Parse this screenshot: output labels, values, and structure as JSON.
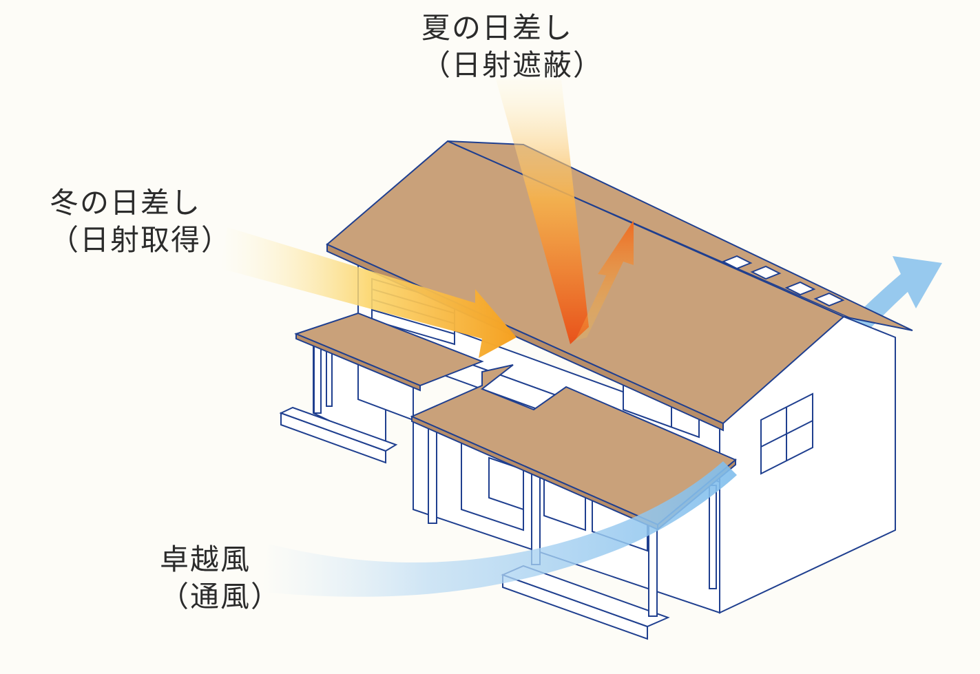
{
  "labels": {
    "summer": {
      "title": "夏の日差し",
      "subtitle": "（日射遮蔽）"
    },
    "winter": {
      "title": "冬の日差し",
      "subtitle": "（日射取得）"
    },
    "wind": {
      "title": "卓越風",
      "subtitle": "（通風）"
    }
  },
  "colors": {
    "background": "#fdfcf7",
    "roof": "#c9a17a",
    "outline": "#1f3f8f",
    "wall": "#ffffff",
    "summer_sun": "#e85a1a",
    "winter_sun": "#f5a623",
    "wind": "#8cc3ec"
  }
}
